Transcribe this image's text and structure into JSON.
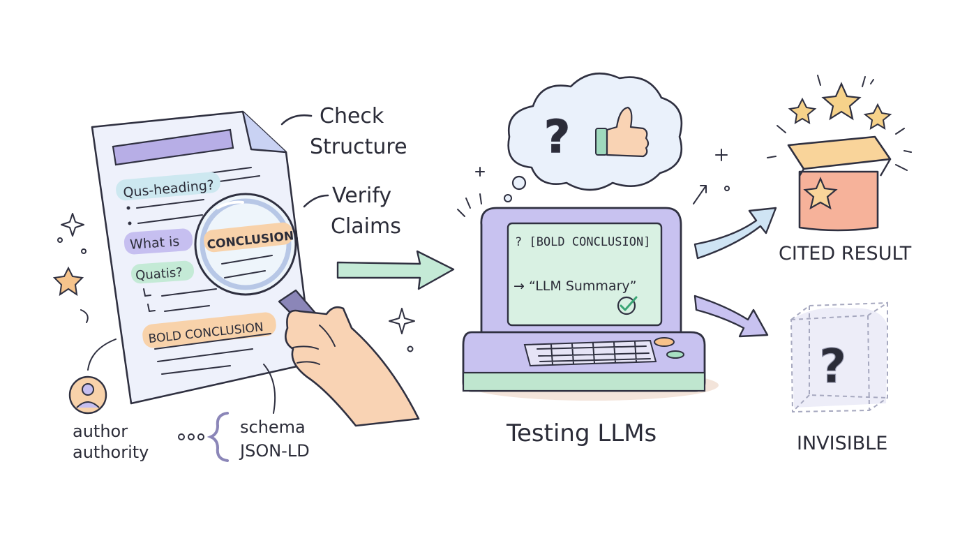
{
  "document": {
    "labels": {
      "qus_heading": "Qus-heading?",
      "what_is": "What is",
      "quatis": "Quatis?",
      "bold_conclusion": "BOLD CONCLUSION"
    },
    "magnifier_label": "CONCLUSION!"
  },
  "annotations": {
    "check_structure": [
      "Check",
      "Structure"
    ],
    "verify_claims": [
      "Verify",
      "Claims"
    ],
    "author_authority": [
      "author",
      "authority"
    ],
    "schema": [
      "schema",
      "JSON-LD"
    ]
  },
  "laptop": {
    "line1": "? [BOLD CONCLUSION]",
    "line2": "→ “LLM Summary”",
    "caption": "Testing LLMs"
  },
  "outcomes": {
    "cited": "CITED RESULT",
    "invisible": "INVISIBLE"
  },
  "colors": {
    "lavender": "#b9b3ea",
    "mint": "#bfe6cf",
    "peach": "#f7c99a",
    "ink": "#2f3040"
  },
  "icons": [
    "magnifying-glass-icon",
    "hand-icon",
    "thought-cloud-icon",
    "thumbs-up-icon",
    "laptop-icon",
    "gift-box-icon",
    "star-icon",
    "ghost-box-icon",
    "user-avatar-icon",
    "curly-brace-icon",
    "checkmark-icon"
  ]
}
